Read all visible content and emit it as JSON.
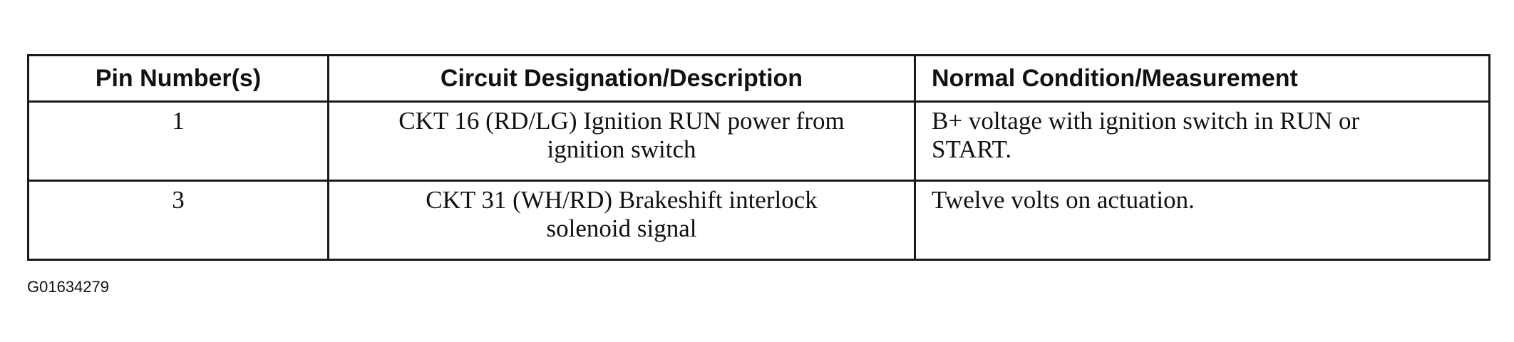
{
  "table": {
    "headers": [
      "Pin Number(s)",
      "Circuit Designation/Description",
      "Normal Condition/Measurement"
    ],
    "rows": [
      {
        "pin": "1",
        "description": [
          "CKT 16 (RD/LG) Ignition RUN power from",
          "ignition switch"
        ],
        "measurement": [
          "B+ voltage with ignition switch in RUN or",
          "START."
        ]
      },
      {
        "pin": "3",
        "description": [
          "CKT 31 (WH/RD) Brakeshift interlock",
          "solenoid signal"
        ],
        "measurement": [
          "Twelve volts on actuation."
        ]
      }
    ]
  },
  "figure_id": "G01634279"
}
